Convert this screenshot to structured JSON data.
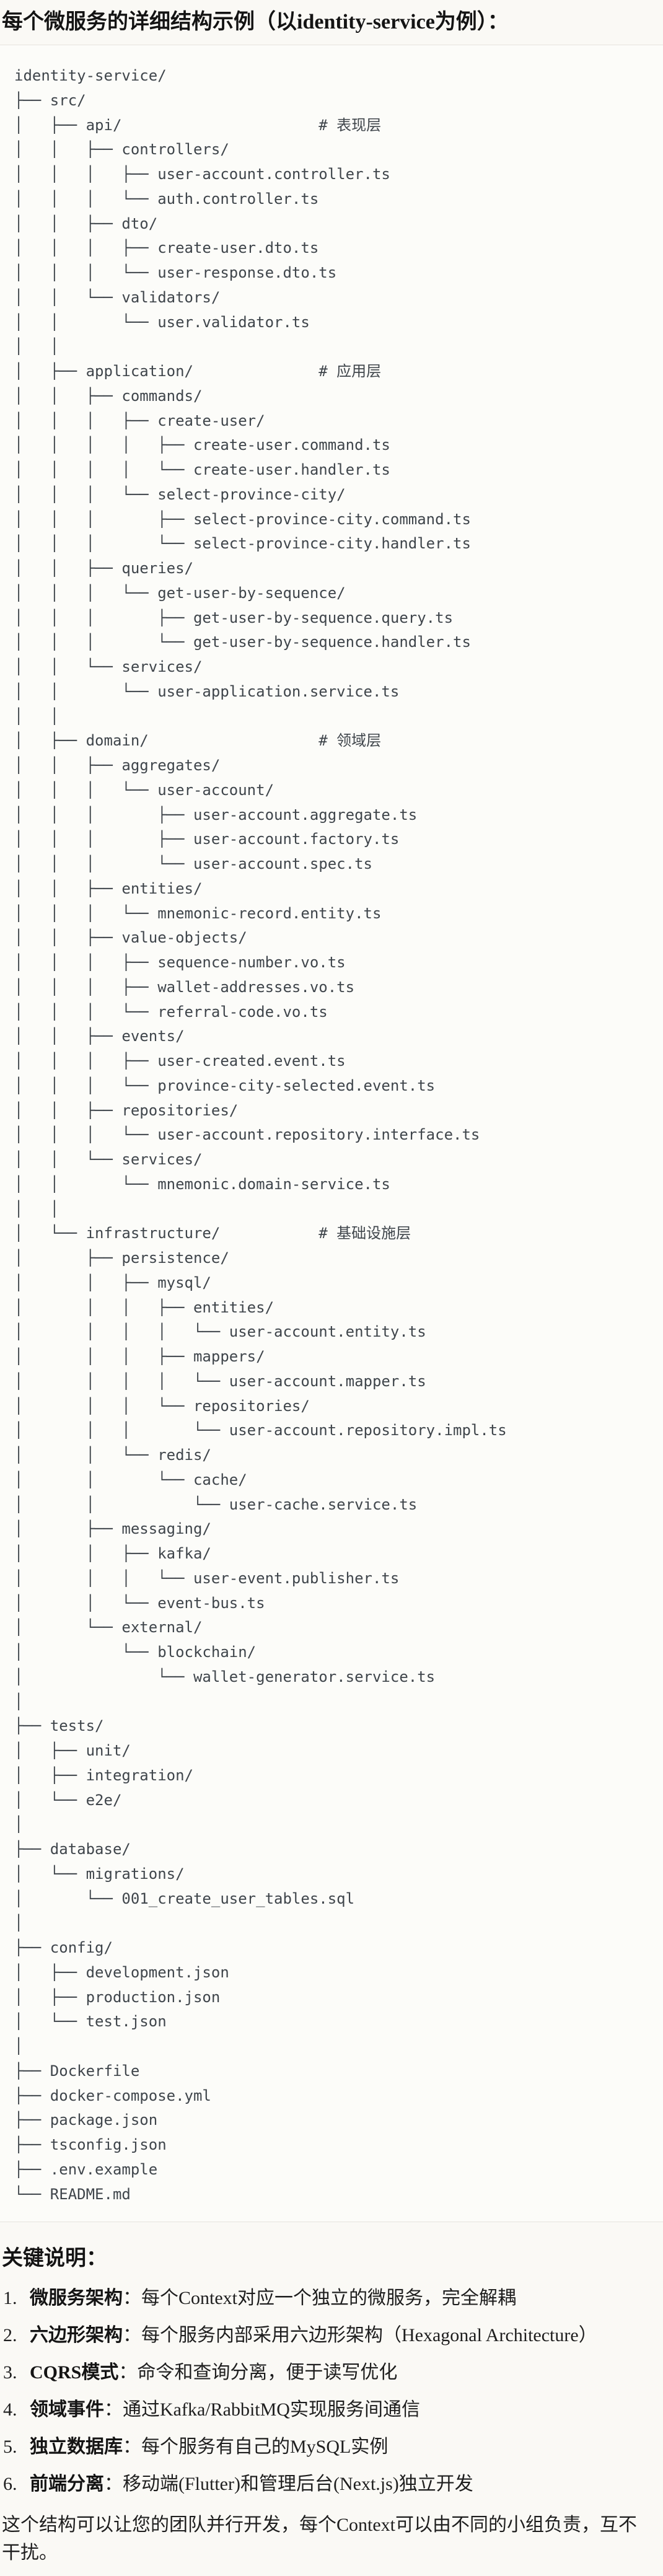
{
  "title": "每个微服务的详细结构示例（以identity-service为例）：",
  "colors": {
    "page_bg": "#FAF9F5",
    "code_bg": "#FCFCF9",
    "divider": "#E6E4DE",
    "tree_text": "#3F454B",
    "body_text": "#1E1E1E"
  },
  "tree_lines": [
    "identity-service/",
    "├── src/",
    "│   ├── api/                      # 表现层",
    "│   │   ├── controllers/",
    "│   │   │   ├── user-account.controller.ts",
    "│   │   │   └── auth.controller.ts",
    "│   │   ├── dto/",
    "│   │   │   ├── create-user.dto.ts",
    "│   │   │   └── user-response.dto.ts",
    "│   │   └── validators/",
    "│   │       └── user.validator.ts",
    "│   │",
    "│   ├── application/              # 应用层",
    "│   │   ├── commands/",
    "│   │   │   ├── create-user/",
    "│   │   │   │   ├── create-user.command.ts",
    "│   │   │   │   └── create-user.handler.ts",
    "│   │   │   └── select-province-city/",
    "│   │   │       ├── select-province-city.command.ts",
    "│   │   │       └── select-province-city.handler.ts",
    "│   │   ├── queries/",
    "│   │   │   └── get-user-by-sequence/",
    "│   │   │       ├── get-user-by-sequence.query.ts",
    "│   │   │       └── get-user-by-sequence.handler.ts",
    "│   │   └── services/",
    "│   │       └── user-application.service.ts",
    "│   │",
    "│   ├── domain/                   # 领域层",
    "│   │   ├── aggregates/",
    "│   │   │   └── user-account/",
    "│   │   │       ├── user-account.aggregate.ts",
    "│   │   │       ├── user-account.factory.ts",
    "│   │   │       └── user-account.spec.ts",
    "│   │   ├── entities/",
    "│   │   │   └── mnemonic-record.entity.ts",
    "│   │   ├── value-objects/",
    "│   │   │   ├── sequence-number.vo.ts",
    "│   │   │   ├── wallet-addresses.vo.ts",
    "│   │   │   └── referral-code.vo.ts",
    "│   │   ├── events/",
    "│   │   │   ├── user-created.event.ts",
    "│   │   │   └── province-city-selected.event.ts",
    "│   │   ├── repositories/",
    "│   │   │   └── user-account.repository.interface.ts",
    "│   │   └── services/",
    "│   │       └── mnemonic.domain-service.ts",
    "│   │",
    "│   └── infrastructure/           # 基础设施层",
    "│       ├── persistence/",
    "│       │   ├── mysql/",
    "│       │   │   ├── entities/",
    "│       │   │   │   └── user-account.entity.ts",
    "│       │   │   ├── mappers/",
    "│       │   │   │   └── user-account.mapper.ts",
    "│       │   │   └── repositories/",
    "│       │   │       └── user-account.repository.impl.ts",
    "│       │   └── redis/",
    "│       │       └── cache/",
    "│       │           └── user-cache.service.ts",
    "│       ├── messaging/",
    "│       │   ├── kafka/",
    "│       │   │   └── user-event.publisher.ts",
    "│       │   └── event-bus.ts",
    "│       └── external/",
    "│           └── blockchain/",
    "│               └── wallet-generator.service.ts",
    "│",
    "├── tests/",
    "│   ├── unit/",
    "│   ├── integration/",
    "│   └── e2e/",
    "│",
    "├── database/",
    "│   └── migrations/",
    "│       └── 001_create_user_tables.sql",
    "│",
    "├── config/",
    "│   ├── development.json",
    "│   ├── production.json",
    "│   └── test.json",
    "│",
    "├── Dockerfile",
    "├── docker-compose.yml",
    "├── package.json",
    "├── tsconfig.json",
    "├── .env.example",
    "└── README.md"
  ],
  "notes": {
    "heading": "关键说明：",
    "items": [
      {
        "num": "1.",
        "label": "微服务架构",
        "text": "：每个Context对应一个独立的微服务，完全解耦"
      },
      {
        "num": "2.",
        "label": "六边形架构",
        "text": "：每个服务内部采用六边形架构（Hexagonal Architecture）"
      },
      {
        "num": "3.",
        "label": "CQRS模式",
        "text": "：命令和查询分离，便于读写优化"
      },
      {
        "num": "4.",
        "label": "领域事件",
        "text": "：通过Kafka/RabbitMQ实现服务间通信"
      },
      {
        "num": "5.",
        "label": "独立数据库",
        "text": "：每个服务有自己的MySQL实例"
      },
      {
        "num": "6.",
        "label": "前端分离",
        "text": "：移动端(Flutter)和管理后台(Next.js)独立开发"
      }
    ],
    "footer": "这个结构可以让您的团队并行开发，每个Context可以由不同的小组负责，互不干扰。"
  }
}
